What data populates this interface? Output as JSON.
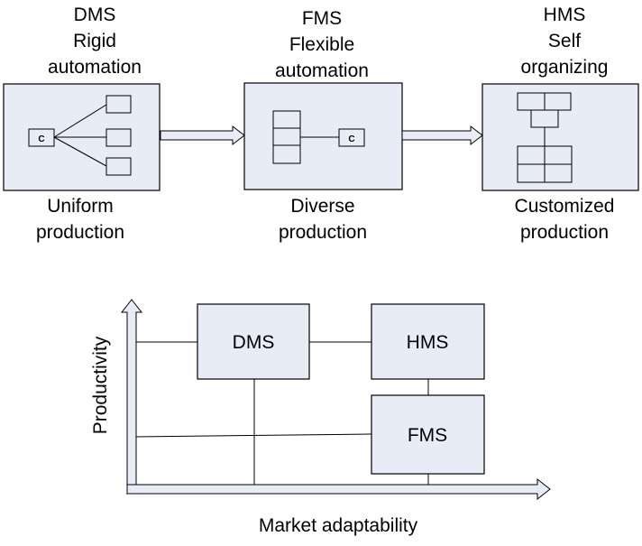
{
  "top": {
    "stages": [
      {
        "top_lines": [
          "DMS",
          "Rigid",
          "automation"
        ],
        "bottom_lines": [
          "Uniform",
          "production"
        ],
        "controller_label": "C"
      },
      {
        "top_lines": [
          "FMS",
          "Flexible",
          "automation"
        ],
        "bottom_lines": [
          "Diverse",
          "production"
        ],
        "controller_label": "C"
      },
      {
        "top_lines": [
          "HMS",
          "Self",
          "organizing"
        ],
        "bottom_lines": [
          "Customized",
          "production"
        ]
      }
    ]
  },
  "bottom": {
    "boxes": {
      "dms": "DMS",
      "hms": "HMS",
      "fms": "FMS"
    },
    "y_axis_label": "Productivity",
    "x_axis_label": "Market adaptability"
  },
  "colors": {
    "box_fill": "#e7ecf7",
    "stroke": "#000000"
  }
}
